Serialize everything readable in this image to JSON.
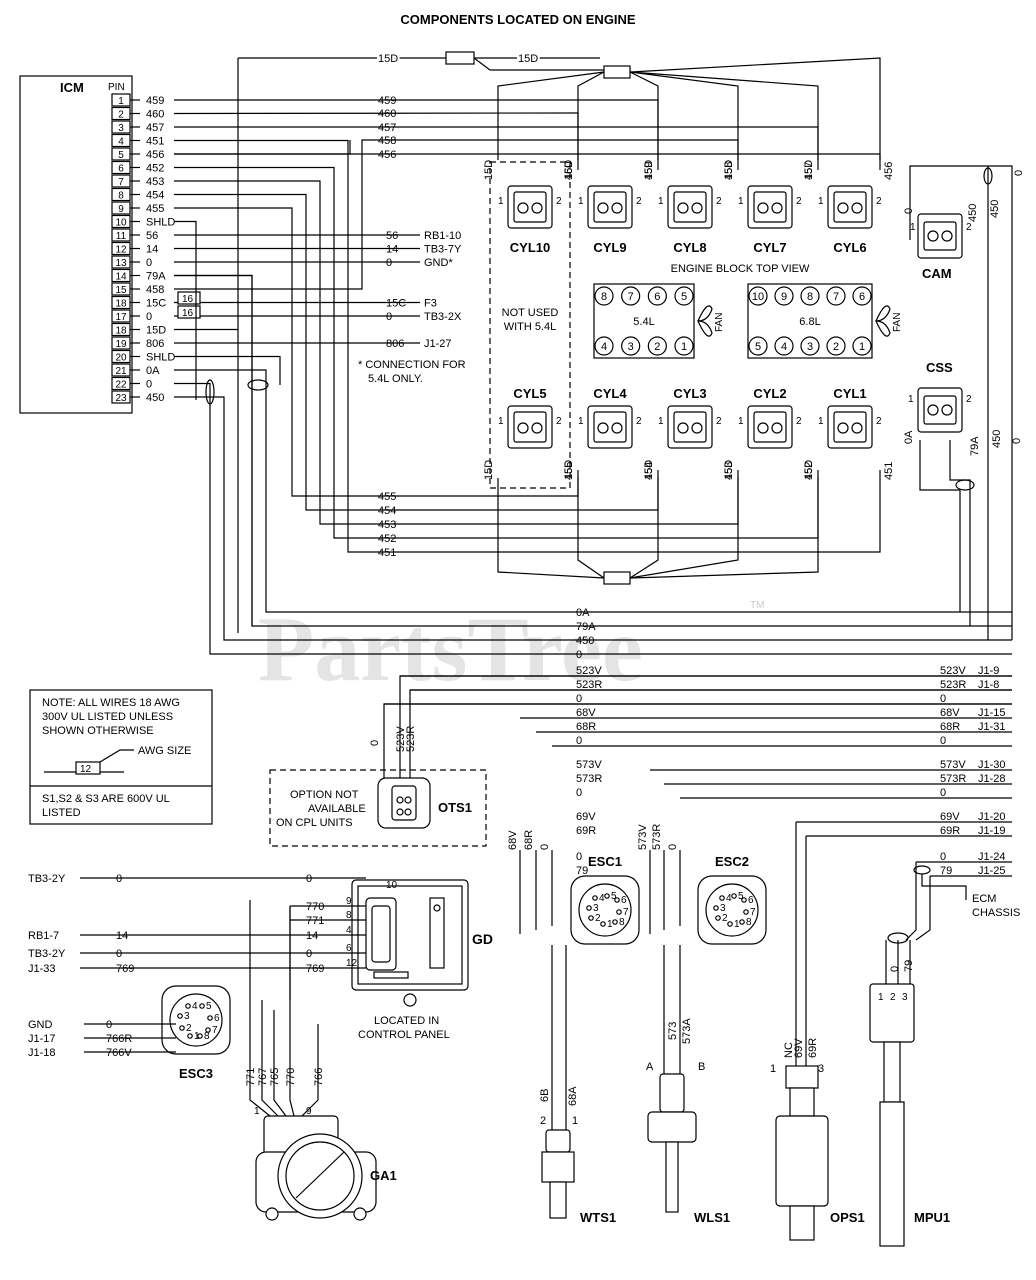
{
  "title": "COMPONENTS LOCATED ON ENGINE",
  "watermark": "PartsTree",
  "trademark": "TM",
  "icm": {
    "label": "ICM",
    "pin_header": "PIN",
    "pins": [
      {
        "pin": "1",
        "wire": "459"
      },
      {
        "pin": "2",
        "wire": "460"
      },
      {
        "pin": "3",
        "wire": "457"
      },
      {
        "pin": "4",
        "wire": "451"
      },
      {
        "pin": "5",
        "wire": "456"
      },
      {
        "pin": "6",
        "wire": "452"
      },
      {
        "pin": "7",
        "wire": "453"
      },
      {
        "pin": "8",
        "wire": "454"
      },
      {
        "pin": "9",
        "wire": "455"
      },
      {
        "pin": "10",
        "wire": "SHLD"
      },
      {
        "pin": "11",
        "wire": "56"
      },
      {
        "pin": "12",
        "wire": "14"
      },
      {
        "pin": "13",
        "wire": "0"
      },
      {
        "pin": "14",
        "wire": "79A"
      },
      {
        "pin": "15",
        "wire": "458"
      },
      {
        "pin": "18",
        "wire": "15C"
      },
      {
        "pin": "17",
        "wire": "0"
      },
      {
        "pin": "18",
        "wire": "15D"
      },
      {
        "pin": "19",
        "wire": "806"
      },
      {
        "pin": "20",
        "wire": "SHLD"
      },
      {
        "pin": "21",
        "wire": "0A"
      },
      {
        "pin": "22",
        "wire": "0"
      },
      {
        "pin": "23",
        "wire": "450"
      }
    ],
    "ext": [
      {
        "wire": "56",
        "dest": "RB1-10"
      },
      {
        "wire": "14",
        "dest": "TB3-7Y"
      },
      {
        "wire": "0",
        "dest": "GND*"
      },
      {
        "wire": "15C",
        "dest": "F3"
      },
      {
        "wire": "0",
        "dest": "TB3-2X"
      },
      {
        "wire": "806",
        "dest": "J1-27"
      }
    ],
    "gauge_a": "16",
    "gauge_b": "16"
  },
  "note_connection": [
    "* CONNECTION FOR",
    "5.4L ONLY."
  ],
  "upper_bus": [
    "459",
    "460",
    "457",
    "458",
    "456"
  ],
  "lower_bus": [
    "455",
    "454",
    "453",
    "452",
    "451"
  ],
  "bottom_bus": [
    "0A",
    "79A",
    "450",
    "0"
  ],
  "top_wire": "15D",
  "coils_top": [
    {
      "name": "CYL10",
      "lwire": "15D",
      "rwire": "460"
    },
    {
      "name": "CYL9",
      "lwire": "15D",
      "rwire": "459"
    },
    {
      "name": "CYL8",
      "lwire": "15D",
      "rwire": "458"
    },
    {
      "name": "CYL7",
      "lwire": "15D",
      "rwire": "457"
    },
    {
      "name": "CYL6",
      "lwire": "15D",
      "rwire": "456"
    }
  ],
  "coils_bottom": [
    {
      "name": "CYL5",
      "lwire": "15D",
      "rwire": "455"
    },
    {
      "name": "CYL4",
      "lwire": "15D",
      "rwire": "454"
    },
    {
      "name": "CYL3",
      "lwire": "15D",
      "rwire": "453"
    },
    {
      "name": "CYL2",
      "lwire": "15D",
      "rwire": "452"
    },
    {
      "name": "CYL1",
      "lwire": "15D",
      "rwire": "451"
    }
  ],
  "pin_one": "1",
  "pin_two": "2",
  "not_used": [
    "NOT USED",
    "WITH 5.4L"
  ],
  "engine_block": "ENGINE BLOCK TOP VIEW",
  "block54": {
    "label": "5.4L",
    "top": [
      "8",
      "7",
      "6",
      "5"
    ],
    "bottom": [
      "4",
      "3",
      "2",
      "1"
    ],
    "fan": "FAN"
  },
  "block68": {
    "label": "6.8L",
    "top": [
      "10",
      "9",
      "8",
      "7",
      "6"
    ],
    "bottom": [
      "5",
      "4",
      "3",
      "2",
      "1"
    ],
    "fan": "FAN"
  },
  "cam": {
    "label": "CAM",
    "lwire": "0",
    "rwire": "450",
    "ext": [
      "0",
      "450"
    ]
  },
  "css": {
    "label": "CSS",
    "lwire": "0A",
    "rwire": "79A",
    "ext": [
      "450",
      "0"
    ]
  },
  "note_box": {
    "lines": [
      "NOTE: ALL WIRES 18 AWG",
      "300V UL LISTED UNLESS",
      "SHOWN OTHERWISE"
    ],
    "awg_label": "AWG SIZE",
    "awg_value": "12",
    "footer": [
      "S1,S2 & S3 ARE 600V UL",
      "LISTED"
    ]
  },
  "ots": {
    "label": "OTS1",
    "option": [
      "OPTION NOT",
      "AVAILABLE",
      "ON CPL UNITS"
    ],
    "wires": [
      "0",
      "523V",
      "523R"
    ]
  },
  "right_bus": [
    {
      "wire": "523V",
      "dest": "523V",
      "pin": "J1-9"
    },
    {
      "wire": "523R",
      "dest": "523R",
      "pin": "J1-8"
    },
    {
      "wire": "0",
      "dest": "0",
      "pin": ""
    },
    {
      "wire": "68V",
      "dest": "68V",
      "pin": "J1-15"
    },
    {
      "wire": "68R",
      "dest": "68R",
      "pin": "J1-31"
    },
    {
      "wire": "0",
      "dest": "0",
      "pin": ""
    },
    {
      "wire": "573V",
      "dest": "573V",
      "pin": "J1-30"
    },
    {
      "wire": "573R",
      "dest": "573R",
      "pin": "J1-28"
    },
    {
      "wire": "0",
      "dest": "0",
      "pin": ""
    },
    {
      "wire": "69V",
      "dest": "69V",
      "pin": "J1-20"
    },
    {
      "wire": "69R",
      "dest": "69R",
      "pin": "J1-19"
    },
    {
      "wire": "0",
      "dest": "0",
      "pin": "J1-24"
    },
    {
      "wire": "79",
      "dest": "79",
      "pin": "J1-25"
    }
  ],
  "ecm_chassis": [
    "ECM",
    "CHASSIS"
  ],
  "esc1": {
    "label": "ESC1",
    "wires": [
      "68V",
      "68R",
      "0"
    ],
    "pins": [
      "4",
      "5",
      "6",
      "3",
      "7",
      "2",
      "8",
      "1"
    ]
  },
  "esc2": {
    "label": "ESC2",
    "wires": [
      "573V",
      "573R",
      "0"
    ],
    "pins": [
      "4",
      "5",
      "6",
      "3",
      "7",
      "2",
      "8",
      "1"
    ]
  },
  "gd": {
    "label": "GD",
    "located": [
      "LOCATED IN",
      "CONTROL PANEL"
    ],
    "pin_top": "10",
    "rows": [
      {
        "src": "TB3-2Y",
        "w1": "0",
        "w2": "0",
        "pin": ""
      },
      {
        "src": "",
        "w1": "",
        "w2": "770",
        "pin": "9"
      },
      {
        "src": "",
        "w1": "",
        "w2": "771",
        "pin": "8"
      },
      {
        "src": "RB1-7",
        "w1": "14",
        "w2": "14",
        "pin": "4"
      },
      {
        "src": "TB3-2Y",
        "w1": "0",
        "w2": "0",
        "pin": "6"
      },
      {
        "src": "J1-33",
        "w1": "769",
        "w2": "769",
        "pin": "12"
      }
    ]
  },
  "esc3": {
    "label": "ESC3",
    "rows": [
      {
        "src": "GND",
        "wire": "0"
      },
      {
        "src": "J1-17",
        "wire": "766R"
      },
      {
        "src": "J1-18",
        "wire": "766V"
      }
    ],
    "pins": [
      "4",
      "5",
      "3",
      "6",
      "2",
      "7",
      "8",
      "1"
    ],
    "vert": [
      "771",
      "767",
      "765",
      "770",
      "766"
    ]
  },
  "ga1": {
    "label": "GA1",
    "pin1": "1",
    "pin9": "9"
  },
  "wts1": {
    "label": "WTS1",
    "wires": [
      "6B",
      "68A"
    ],
    "pins": [
      "2",
      "1"
    ]
  },
  "wls1": {
    "label": "WLS1",
    "wires": [
      "573",
      "573A"
    ],
    "pins": [
      "A",
      "B"
    ]
  },
  "ops1": {
    "label": "OPS1",
    "wires": [
      "NC",
      "69V",
      "69R"
    ],
    "pins": [
      "1",
      "3"
    ]
  },
  "mpu1": {
    "label": "MPU1",
    "wires": [
      "0",
      "79"
    ],
    "pins": [
      "1",
      "2",
      "3"
    ]
  }
}
